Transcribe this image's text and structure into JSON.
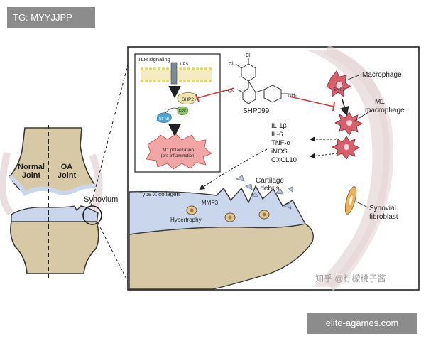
{
  "watermark_top": "TG: MYYJJPP",
  "watermark_bottom": "elite-agames.com",
  "watermark_zhihu": "知乎 @柠檬桃子酱",
  "joint": {
    "normal_label": "Normal\nJoint",
    "oa_label": "OA\nJoint",
    "synovium_label": "Synovium"
  },
  "inset": {
    "title": "TLR signaling",
    "lps_label": "LPS",
    "shp2_label": "SHP2",
    "nfkb_label": "NF-κB",
    "erk_label": "ERK",
    "m1_label_line1": "M1 polarization",
    "m1_label_line2": "(pro-inflammation)"
  },
  "drug": {
    "name": "SHP099",
    "cl1": "Cl",
    "cl2": "Cl",
    "h2n": "H₂N",
    "nh2": "NH₂"
  },
  "cytokines": [
    "IL-1β",
    "IL-6",
    "TNF-α",
    "iNOS",
    "CXCL10"
  ],
  "cells": {
    "macrophage": "Macrophage",
    "shp2_in_cell": "SHP2",
    "m1_macrophage": "M1\nmacrophage",
    "synovial_fibroblast": "Synovial\nfibroblast"
  },
  "cartilage": {
    "type_x_collagen": "Type X collagen",
    "mmp3": "MMP3",
    "hypertrophy": "Hypertrophy",
    "debris": "Cartilage\ndebris"
  },
  "colors": {
    "bone": "#d8c9a6",
    "cartilage_blue": "#c9d6ec",
    "synovium_pink": "#eadfe0",
    "macrophage_red": "#d9606a",
    "inhibit_red": "#d23a3a",
    "m1_burst": "#f2a5a5"
  }
}
